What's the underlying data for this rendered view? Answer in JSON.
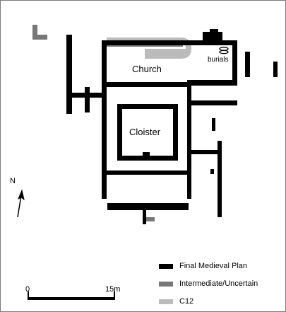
{
  "labels": {
    "church": "Church",
    "cloister": "Cloister",
    "burials": "burials",
    "north": "N"
  },
  "scale": {
    "start": "0",
    "end": "15m"
  },
  "legend": [
    {
      "label": "Final Medieval Plan",
      "color": "#000000"
    },
    {
      "label": "Intermediate/Uncertain",
      "color": "#777777"
    },
    {
      "label": "C12",
      "color": "#bbbbbb"
    }
  ],
  "colors": {
    "final": "#000000",
    "intermediate": "#777777",
    "c12": "#bbbbbb"
  }
}
